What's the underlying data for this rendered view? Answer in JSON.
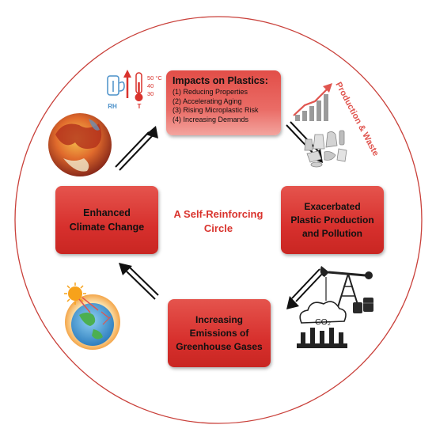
{
  "center_label": {
    "line1": "A Self-Reinforcing",
    "line2": "Circle"
  },
  "impacts": {
    "title": "Impacts on Plastics:",
    "items": [
      "(1) Reducing Properties",
      "(2) Accelerating Aging",
      "(3) Rising Microplastic Risk",
      "(4) Increasing Demands"
    ]
  },
  "box_exacerbated": {
    "line1": "Exacerbated",
    "line2": "Plastic Production",
    "line3": "and Pollution"
  },
  "box_emissions": {
    "line1": "Increasing",
    "line2": "Emissions of",
    "line3": "Greenhouse Gases"
  },
  "box_enhanced": {
    "line1": "Enhanced",
    "line2": "Climate Change"
  },
  "rh_t_icon": {
    "rh_label": "RH",
    "t_label": "T",
    "temps": [
      "50 °C",
      "40",
      "30"
    ]
  },
  "production_waste_label": "Production & Waste",
  "co2_label": "CO₂",
  "colors": {
    "accent_red": "#d9332d",
    "circle_outline": "#c9403a",
    "box_red": "#d7302d",
    "box_pink": "#ee8e86"
  }
}
